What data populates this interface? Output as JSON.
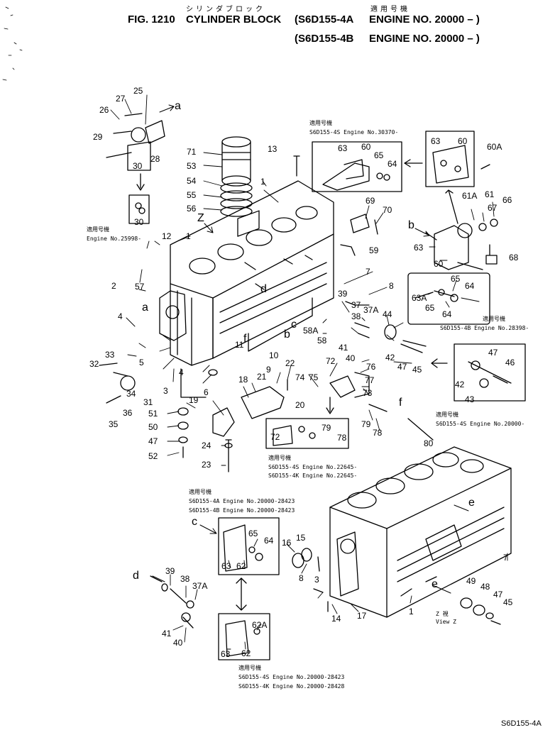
{
  "header": {
    "jp_title": "シリンダブロック",
    "jp_applies": "適用号機",
    "fig": "FIG. 1210",
    "title": "CYLINDER BLOCK",
    "line1_model": "(S6D155-4A",
    "line1_engine": "ENGINE NO. 20000 – )",
    "line2_model": "(S6D155-4B",
    "line2_engine": "ENGINE NO. 20000 – )"
  },
  "footer": {
    "code": "S6D155-4A"
  },
  "callouts": {
    "n1": "1",
    "n2": "2",
    "n3": "3",
    "n4": "4",
    "n5": "5",
    "n6": "6",
    "n7": "7",
    "n8": "8",
    "n9": "9",
    "n10": "10",
    "n11": "11",
    "n12": "12",
    "n13": "13",
    "n14": "14",
    "n15": "15",
    "n16": "16",
    "n17": "17",
    "n18": "18",
    "n19": "19",
    "n20": "20",
    "n21": "21",
    "n22": "22",
    "n23": "23",
    "n24": "24",
    "n25": "25",
    "n26": "26",
    "n27": "27",
    "n28": "28",
    "n29": "29",
    "n30": "30",
    "n31": "31",
    "n32": "32",
    "n33": "33",
    "n34": "34",
    "n35": "35",
    "n36": "36",
    "n37": "37",
    "n37a": "37A",
    "n38": "38",
    "n39": "39",
    "n40": "40",
    "n41": "41",
    "n42": "42",
    "n43": "43",
    "n44": "44",
    "n45": "45",
    "n46": "46",
    "n47": "47",
    "n48": "48",
    "n49": "49",
    "n50": "50",
    "n51": "51",
    "n52": "52",
    "n53": "53",
    "n54": "54",
    "n55": "55",
    "n56": "56",
    "n57": "57",
    "n58": "58",
    "n58a": "58A",
    "n59": "59",
    "n60": "60",
    "n60a": "60A",
    "n61": "61",
    "n61a": "61A",
    "n62": "62",
    "n62a": "62A",
    "n63": "63",
    "n63a": "63A",
    "n64": "64",
    "n65": "65",
    "n66": "66",
    "n67": "67",
    "n68": "68",
    "n69": "69",
    "n70": "70",
    "n71": "71",
    "n72": "72",
    "n73": "73",
    "n74": "74",
    "n75": "75",
    "n76": "76",
    "n77": "77",
    "n78": "78",
    "n79": "79",
    "n80": "80"
  },
  "letters": {
    "a": "a",
    "b": "b",
    "c": "c",
    "d": "d",
    "e": "e",
    "f": "f",
    "z": "Z"
  },
  "view_z": {
    "jp": "Z 視",
    "en": "View Z"
  },
  "notes": {
    "n_top": {
      "jp": "適用号機",
      "l1": "S6D155-4S  Engine No.30370-"
    },
    "n_left": {
      "jp": "適用号機",
      "l1": "Engine No.25998-"
    },
    "n_4b": {
      "l1": "S6D155-4B  Engine No.28398-"
    },
    "n_right": {
      "jp": "適用号機",
      "l1": "S6D155-4S  Engine No.20000-"
    },
    "n_mid": {
      "jp": "適用号機",
      "l1": "S6D155-4S  Engine No.22645-",
      "l2": "S6D155-4K  Engine No.22645-"
    },
    "n_c": {
      "jp": "適用号機",
      "l1": "S6D155-4A  Engine No.20000-28423",
      "l2": "S6D155-4B  Engine No.20000-28423"
    },
    "n_bot": {
      "jp": "適用号機",
      "l1": "S6D155-4S  Engine No.20000-28423",
      "l2": "S6D155-4K  Engine No.20000-28428"
    }
  }
}
